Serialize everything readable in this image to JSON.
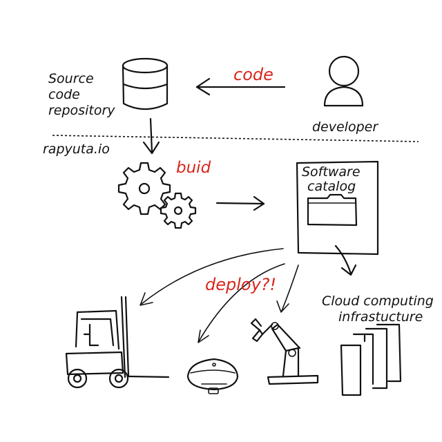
{
  "labels": {
    "source_repo_line1": "Source",
    "source_repo_line2": "code",
    "source_repo_line3": "repository",
    "developer": "developer",
    "code": "code",
    "platform": "rapyuta.io",
    "build": "buid",
    "catalog_line1": "Software",
    "catalog_line2": "catalog",
    "deploy": "deploy?!",
    "cloud_line1": "Cloud computing",
    "cloud_line2": "infrastucture"
  },
  "colors": {
    "ink": "#111111",
    "accent_red": "#d8261c",
    "background": "#ffffff"
  },
  "icons": [
    "database-icon",
    "developer-icon",
    "gears-icon",
    "software-catalog-icon",
    "forklift-icon",
    "robot-vacuum-icon",
    "robot-arm-icon",
    "server-rack-icon"
  ]
}
